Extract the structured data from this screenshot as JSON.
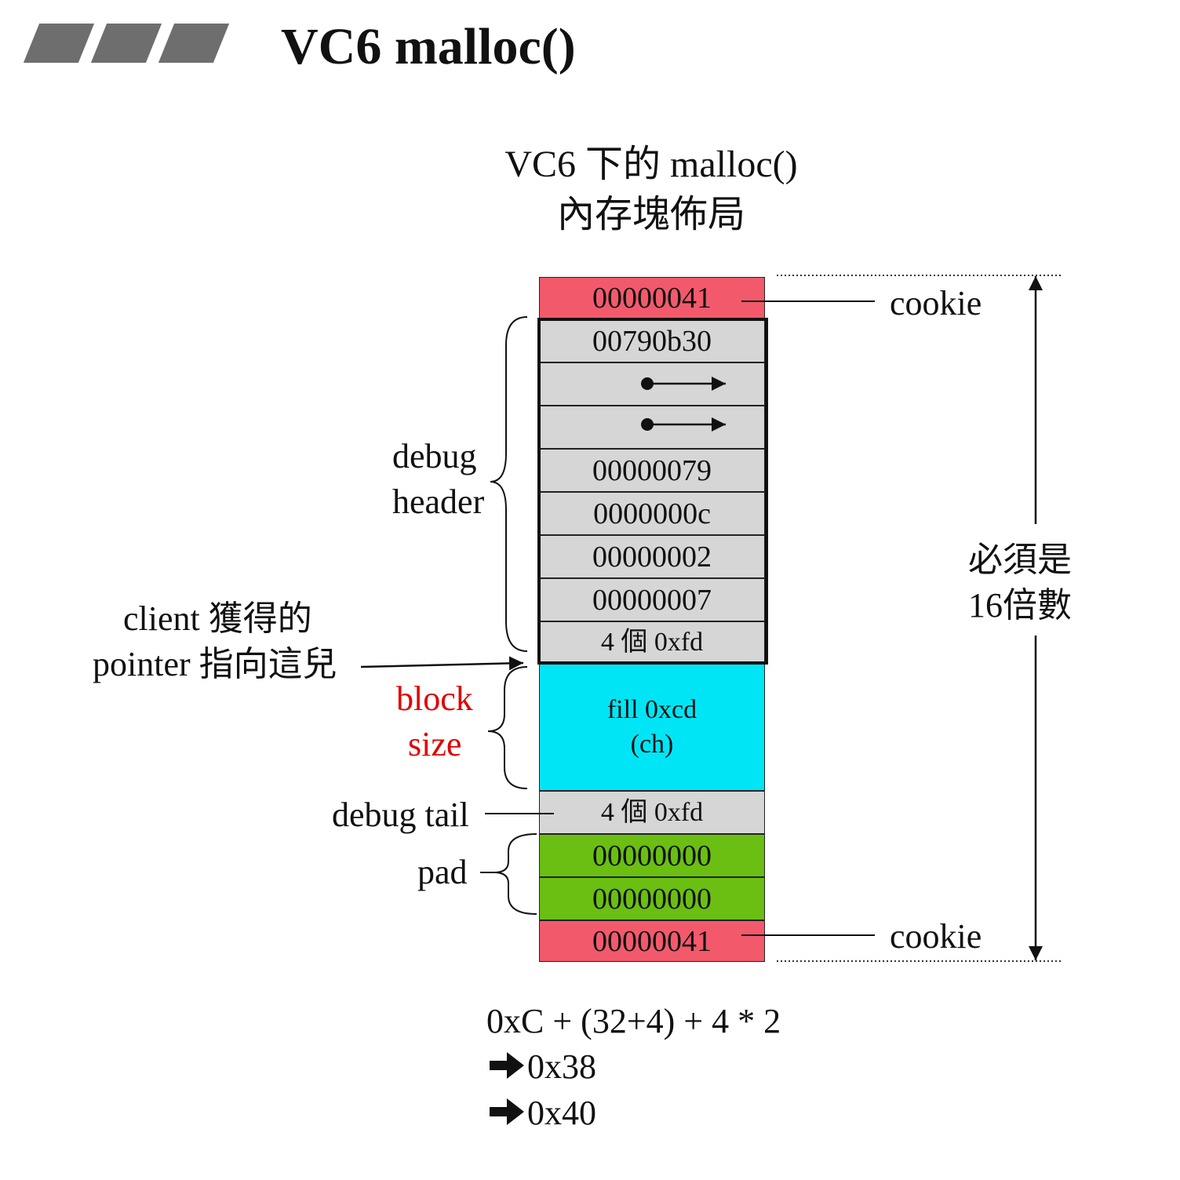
{
  "title": "VC6 malloc()",
  "subtitle": {
    "line1": "VC6 下的 malloc()",
    "line2": "內存塊佈局"
  },
  "cells": {
    "cookie_top": "00000041",
    "addr": "00790b30",
    "h1": "00000079",
    "h2": "0000000c",
    "h3": "00000002",
    "h4": "00000007",
    "no_mans_land": "4 個 0xfd",
    "fill_line1": "fill  0xcd",
    "fill_line2": "(ch)",
    "debug_tail": "4 個 0xfd",
    "pad1": "00000000",
    "pad2": "00000000",
    "cookie_bottom": "00000041"
  },
  "labels": {
    "debug": "debug",
    "header": "header",
    "client_line1": "client 獲得的",
    "client_line2": "pointer 指向這兒",
    "block": "block",
    "size": "size",
    "debug_tail": "debug tail",
    "pad": "pad",
    "cookie_top": "cookie",
    "cookie_bottom": "cookie",
    "multiple_line1": "必須是",
    "multiple_line2": "16倍數"
  },
  "calculation": {
    "line1": "0xC + (32+4) + 4 * 2",
    "line2": "0x38",
    "line3": "0x40"
  },
  "colors": {
    "cookie": "#f25a6c",
    "header": "#d6d6d6",
    "fill": "#00e5f5",
    "pad": "#6abf12",
    "emphasis": "#e00000"
  }
}
